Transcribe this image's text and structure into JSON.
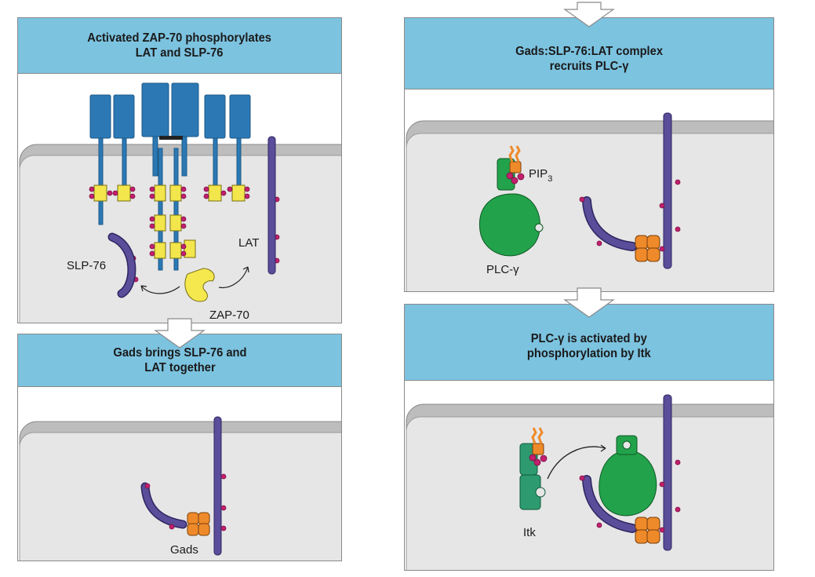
{
  "panels": [
    {
      "id": "zap70",
      "title": "Activated ZAP-70 phosphorylates\nLAT and SLP-76",
      "labels": {
        "slp76": "SLP-76",
        "lat": "LAT",
        "zap70": "ZAP-70"
      }
    },
    {
      "id": "gads",
      "title": "Gads brings SLP-76 and\nLAT together",
      "labels": {
        "gads": "Gads"
      }
    },
    {
      "id": "plc-recruit",
      "title": "Gads:SLP-76:LAT complex\nrecruits PLC-γ",
      "labels": {
        "pip": "PIP",
        "pip_sub": "3",
        "plc": "PLC-γ"
      }
    },
    {
      "id": "itk",
      "title": "PLC-γ is activated by\nphosphorylation by Itk",
      "labels": {
        "itk": "Itk"
      }
    }
  ],
  "colors": {
    "header": "#7cc3e0",
    "membrane": "#bdbdbd",
    "cytoplasm": "#e6e6e6",
    "receptor": "#2b78b4",
    "itam": "#f2e64c",
    "zap70": "#f4e84e",
    "lat": "#5a4d9a",
    "phospho": "#c2206e",
    "gads": "#ef8a2a",
    "plc": "#22a24b",
    "itk": "#2d9b6f"
  },
  "icons": [
    "down-arrow-icon",
    "curved-arrow-icon",
    "phosphate-icon"
  ]
}
